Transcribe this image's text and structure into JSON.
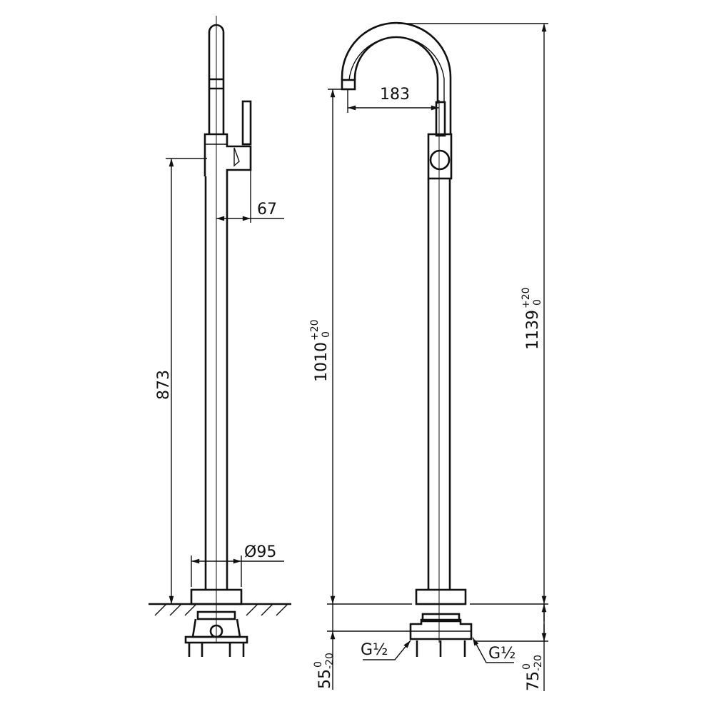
{
  "dimensions": {
    "side_height": "873",
    "lever_offset": "67",
    "base_diameter": "Ø95",
    "spout_reach": "183",
    "spout_height": "1010",
    "spout_height_tol_upper": "+20",
    "spout_height_tol_lower": "0",
    "total_height": "1139",
    "total_height_tol_upper": "+20",
    "total_height_tol_lower": "0",
    "depth_left": "55",
    "depth_left_tol_upper": "0",
    "depth_left_tol_lower": "-20",
    "depth_right": "75",
    "depth_right_tol_upper": "0",
    "depth_right_tol_lower": "-20",
    "thread_left": "G½",
    "thread_right": "G½"
  },
  "colors": {
    "line": "#111111",
    "background": "#ffffff"
  }
}
